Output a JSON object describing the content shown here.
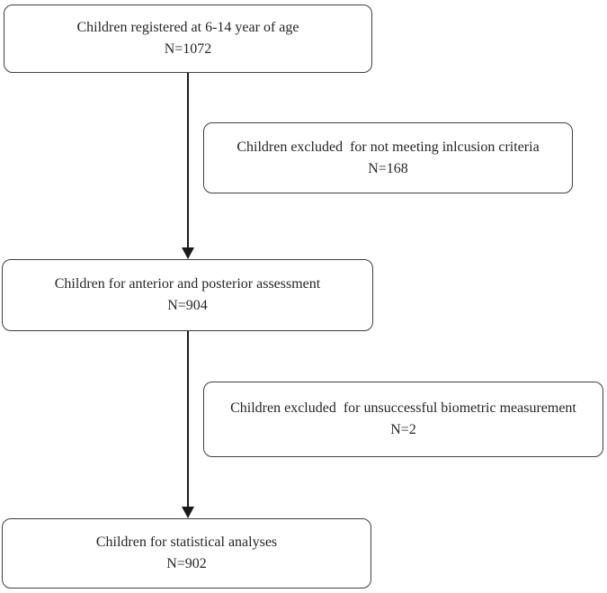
{
  "diagram": {
    "type": "flowchart",
    "description": "Participant selection flow diagram",
    "boxes": [
      {
        "id": "registered",
        "line1": "Children registered at 6-14 year of age",
        "line2": "N=1072"
      },
      {
        "id": "excluded-1",
        "line1": "Children excluded  for not meeting inlcusion criteria",
        "line2": "N=168"
      },
      {
        "id": "assessment",
        "line1": "Children for anterior and posterior assessment",
        "line2": "N=904"
      },
      {
        "id": "excluded-2",
        "line1": "Children excluded  for unsuccessful biometric measurement",
        "line2": "N=2"
      },
      {
        "id": "statistical",
        "line1": "Children for statistical analyses",
        "line2": "N=902"
      }
    ],
    "arrows": [
      {
        "from": "registered",
        "to": "assessment",
        "direction": "down"
      },
      {
        "from": "assessment",
        "to": "statistical",
        "direction": "down"
      }
    ],
    "colors": {
      "background": "#ffffff",
      "border": "#404040",
      "text": "#262626",
      "arrow": "#1a1a1a"
    }
  }
}
